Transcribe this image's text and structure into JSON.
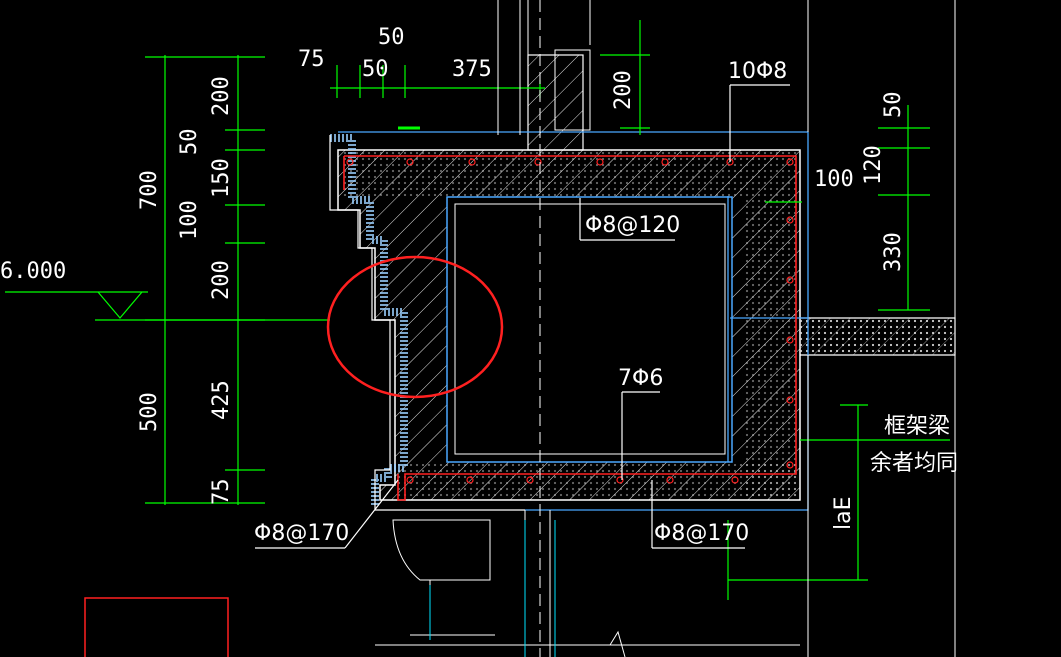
{
  "dims_top": {
    "a": "75",
    "b": "50",
    "c": "50",
    "d": "375"
  },
  "dims_left": {
    "total_700": "700",
    "total_500": "500",
    "d200a": "200",
    "d50": "50",
    "d150": "150",
    "d100": "100",
    "d200b": "200",
    "d425": "425",
    "d75": "75"
  },
  "dims_right": {
    "d50": "50",
    "d120": "120",
    "d330": "330",
    "d100": "100",
    "d200": "200"
  },
  "elevation": "6.000",
  "rebar": {
    "top": "10Φ8",
    "stirrup_top": "Φ8@120",
    "middle": "7Φ6",
    "bottom_left": "Φ8@170",
    "bottom_right": "Φ8@170"
  },
  "notes": {
    "beam": "框架梁",
    "others": "余者均同",
    "lae": "laE"
  },
  "colors": {
    "green": "#00ff00",
    "white": "#ffffff",
    "red": "#ff2020",
    "blue": "#4aa8ff",
    "cyan": "#00e5ff"
  }
}
